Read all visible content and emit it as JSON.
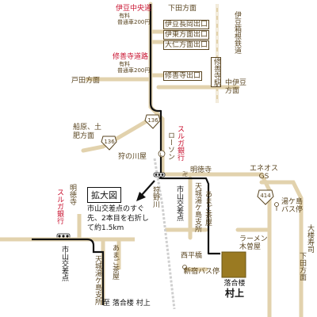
{
  "colors": {
    "road": "#e2d2ad",
    "route": "#111111",
    "text": "#5a4520",
    "accent": "#c8102e",
    "destination": "#9a7a22",
    "highlight": "#ffffff"
  },
  "roads": {
    "route_136_badge": "136",
    "route_414_badge": "414",
    "lawson_logo_alt": "lawson-icon"
  },
  "labels": {
    "izu_chuo_road": "伊豆中央道",
    "toll_road_note_1": "有料",
    "toll_fee_1": "普通車200円",
    "shimoda_1": "下田方面",
    "izu_nagaoka_exit": "伊豆長岡出口",
    "izu_tonisho_exit": "伊東方面出口",
    "ohito_exit": "大仁方面出口",
    "izuhakone_railway": "伊豆箱根鉄道",
    "shuzenji_road": "修善寺道路",
    "toll_road_note_2": "有料",
    "toll_fee_2": "普通車200円",
    "shuzenji_exit": "修善寺出口",
    "shuzenji_station": "修善寺駅",
    "toda": "戸田方面",
    "naka_izu": "中伊豆方面",
    "funabara": "船原、土肥方面",
    "kanogawa_valley": "狩の川屋",
    "lawson": "ローソン",
    "suruga_bank": "スルガ銀行",
    "meitokuji": "明徳寺",
    "eneos": "エネオスGS",
    "amagi_yugashima_shishiha": "天城湯ケ島支所",
    "amago_chaya": "あまご茶屋",
    "kano_river": "狩野川",
    "ichiyama_intersection": "市山交差点",
    "yugashima_bus": "湯ケ島バス停",
    "ramen_kisoya": "ラーメン木曽屋",
    "daikoku_sushi": "大楼寿司",
    "nishihiradaira": "西平橋",
    "shinkan_bus": "新宿バス停",
    "ochiairo": "落合楼",
    "murakami": "村上",
    "shimoda_2": "下田方面"
  },
  "inset": {
    "title": "拡大図",
    "instruction": "市山交差点のすぐ先、2本目を右折して約1.5km",
    "meitokuji": "明徳寺",
    "suruga_bank": "スルガ銀行",
    "ichiyama_intersection": "市山交差点",
    "amagi_yugashima": "天城湯ケ島支所",
    "amago_chaya": "あまご茶屋",
    "to_destination": "至 落合楼 村上"
  }
}
